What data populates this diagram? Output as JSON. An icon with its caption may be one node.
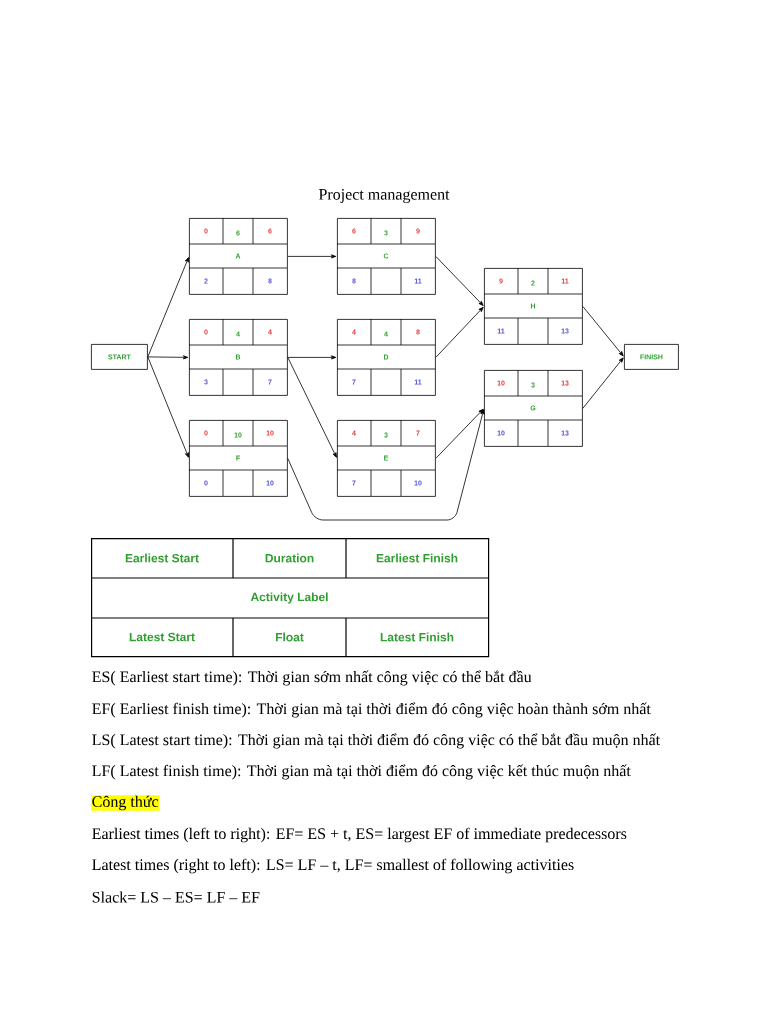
{
  "diagram": {
    "title": "Project management",
    "nodes": [
      {
        "text": [
          "START"
        ]
      },
      {
        "text": [
          "0",
          "6",
          "6",
          "A",
          "2",
          "8"
        ]
      },
      {
        "text": [
          "0",
          "4",
          "4",
          "B",
          "3",
          "7"
        ]
      },
      {
        "text": [
          "0",
          "10",
          "10",
          "F",
          "0",
          "10"
        ]
      },
      {
        "text": [
          "6",
          "3",
          "9",
          "C",
          "8",
          "11"
        ]
      },
      {
        "text": [
          "4",
          "4",
          "8",
          "D",
          "7",
          "11"
        ]
      },
      {
        "text": [
          "4",
          "3",
          "7",
          "E",
          "7",
          "10"
        ]
      },
      {
        "text": [
          "9",
          "2",
          "11",
          "H",
          "11",
          "13"
        ]
      },
      {
        "text": [
          "10",
          "3",
          "13",
          "G",
          "10",
          "13"
        ]
      },
      {
        "text": [
          "FINISH"
        ]
      },
      {
        "text": [
          "Earliest Start",
          "Duration",
          "Earliest Finish",
          "Activity Label",
          "Latest Start",
          "Float",
          "Latest Finish"
        ]
      }
    ],
    "edges": [
      {
        "from": 0,
        "to": 1,
        "arrow": "to"
      },
      {
        "from": 0,
        "to": 2,
        "arrow": "to"
      },
      {
        "from": 0,
        "to": 3,
        "arrow": "to"
      },
      {
        "from": 1,
        "to": 4,
        "arrow": "to"
      },
      {
        "from": 2,
        "to": 5,
        "arrow": "to"
      },
      {
        "from": 2,
        "to": 6,
        "arrow": "to"
      },
      {
        "from": 4,
        "to": 7,
        "arrow": "to"
      },
      {
        "from": 5,
        "to": 7,
        "arrow": "to"
      },
      {
        "from": 6,
        "to": 8,
        "arrow": "to"
      },
      {
        "from": 3,
        "to": 8,
        "arrow": "to"
      },
      {
        "from": 7,
        "to": 9,
        "arrow": "to"
      },
      {
        "from": 8,
        "to": 9,
        "arrow": "to"
      }
    ],
    "labels": [
      "ES( Earliest start time): Thời gian sớm nhất công việc có thể bắt đầu",
      "EF( Earliest finish time): Thời gian mà tại thời điểm đó công việc hoàn thành sớm nhất",
      "LS( Latest start time): Thời gian mà tại thời điểm đó công việc có thể bắt đầu muộn nhất",
      "LF( Latest finish time): Thời gian mà tại thời điểm đó công việc kết thúc muộn nhất",
      "Công thức",
      "Earliest times (left to right): EF= ES + t, ES= largest EF of immediate predecessors",
      "Latest times (right to left): LS= LF – t, LF= smallest of following activities",
      "Slack= LS – ES= LF – EF"
    ]
  }
}
